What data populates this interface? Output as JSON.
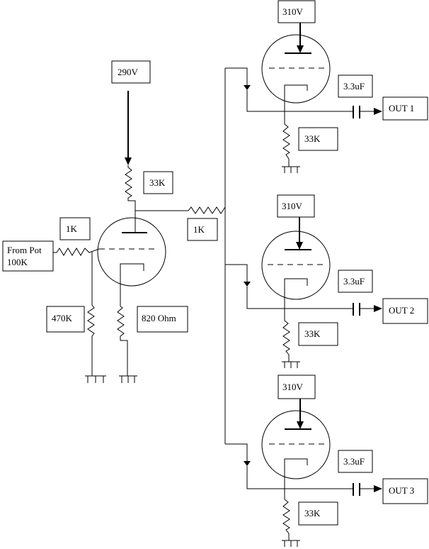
{
  "labels": {
    "input_tube_plate_voltage": "290V",
    "input_plate_resistor": "33K",
    "input_grid_resistor": "1K",
    "input_source": [
      "From Pot",
      "100K"
    ],
    "coupling_resistor": "1K",
    "grid_leak_resistor": "470K",
    "cathode_resistor": "820 Ohm",
    "followers": [
      {
        "plate_voltage": "310V",
        "capacitor": "3.3uF",
        "output": "OUT 1",
        "cathode_resistor": "33K"
      },
      {
        "plate_voltage": "310V",
        "capacitor": "3.3uF",
        "output": "OUT 2",
        "cathode_resistor": "33K"
      },
      {
        "plate_voltage": "310V",
        "capacitor": "3.3uF",
        "output": "OUT 3",
        "cathode_resistor": "33K"
      }
    ]
  },
  "colors": {
    "ink": "#000000",
    "paper": "#ffffff"
  }
}
